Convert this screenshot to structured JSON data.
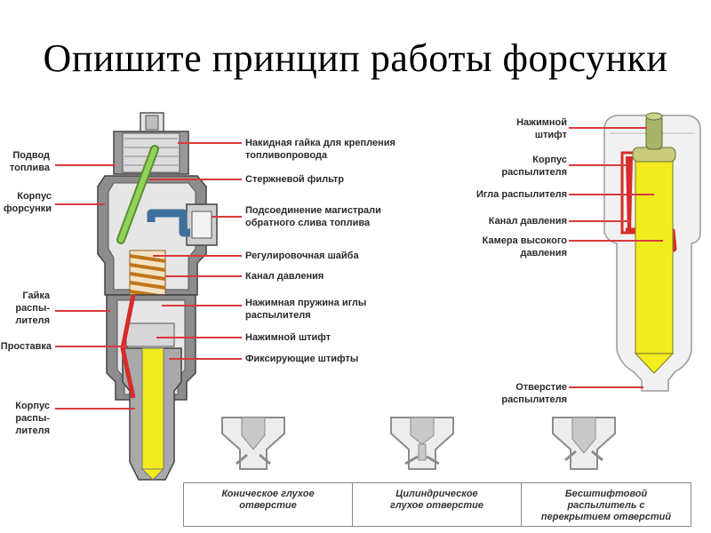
{
  "title": "Опишите принцип работы форсунки",
  "colors": {
    "body_gray": "#8c8c8c",
    "fill_light": "#e6e6e6",
    "fuel_red": "#d82b2b",
    "needle_yellow": "#f2ec1e",
    "spring_orange": "#e09a3a",
    "filter_green": "#8fd35a",
    "return_blue": "#3f6f9b",
    "leader_red": "#d83a3a"
  },
  "left_diagram": {
    "left_labels": [
      "Подвод\nтоплива",
      "Корпус\nфорсунки",
      "Гайка\nраспы-\nлителя",
      "Проставка",
      "Корпус\nраспы-\nлителя"
    ],
    "right_labels": [
      "Накидная гайка для крепления\nтопливопровода",
      "Стержневой фильтр",
      "Подсоединение магистрали\nобратного слива топлива",
      "Регулировочная шайба",
      "Канал давления",
      "Нажимная пружина иглы\nраспылителя",
      "Нажимной штифт",
      "Фиксирующие штифты"
    ]
  },
  "right_diagram": {
    "labels": [
      "Нажимной\nштифт",
      "Корпус\nраспылителя",
      "Игла распылителя",
      "Канал давления",
      "Камера высокого\nдавления",
      "Отверстие\nраспылителя"
    ]
  },
  "nozzle_types": [
    "Коническое глухое\nотверстие",
    "Цилиндрическое\nглухое отверстие",
    "Бесштифтовой\nраспылитель с\nперекрытием отверстий"
  ]
}
